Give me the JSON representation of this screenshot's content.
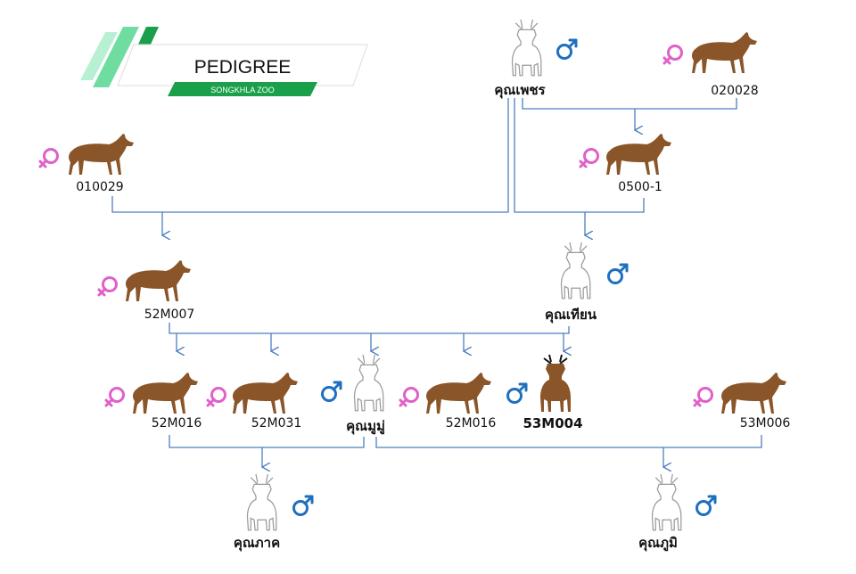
{
  "header": {
    "title": "PEDIGREE",
    "subtitle": "SONGKHLA ZOO"
  },
  "colors": {
    "line": "#4a7fc1",
    "male": "#1f6fbf",
    "female": "#e060c8",
    "brown_deer": "#8a5528",
    "white_deer_outline": "#9a9a9a",
    "accent_green": "#1aa04a",
    "accent_light_green": "#6fdca0"
  },
  "icons": {
    "male": "male-symbol-icon",
    "female": "female-symbol-icon",
    "brown_deer": "brown-deer-icon",
    "white_deer": "white-deer-icon",
    "dark_deer": "dark-brown-deer-icon"
  },
  "animals": {
    "khun_phet": {
      "label": "คุณเพชร",
      "sex": "male",
      "coat": "white"
    },
    "a020028": {
      "label": "020028",
      "sex": "female",
      "coat": "brown"
    },
    "a010029": {
      "label": "010029",
      "sex": "female",
      "coat": "brown"
    },
    "a0500_1": {
      "label": "0500-1",
      "sex": "female",
      "coat": "brown"
    },
    "a52M007": {
      "label": "52M007",
      "sex": "female",
      "coat": "brown"
    },
    "khun_thian": {
      "label": "คุณเทียน",
      "sex": "male",
      "coat": "white"
    },
    "a52M016_1": {
      "label": "52M016",
      "sex": "female",
      "coat": "brown"
    },
    "a52M031": {
      "label": "52M031",
      "sex": "female",
      "coat": "brown"
    },
    "khun_mumu": {
      "label": "คุณมูมู่",
      "sex": "male",
      "coat": "white"
    },
    "a52M016_2": {
      "label": "52M016",
      "sex": "female",
      "coat": "brown"
    },
    "a53M004": {
      "label": "53M004",
      "sex": "male",
      "coat": "dark"
    },
    "a53M006": {
      "label": "53M006",
      "sex": "female",
      "coat": "brown"
    },
    "khun_phak": {
      "label": "คุณภาค",
      "sex": "male",
      "coat": "white"
    },
    "khun_phumi": {
      "label": "คุณภูมิ",
      "sex": "male",
      "coat": "white"
    }
  }
}
